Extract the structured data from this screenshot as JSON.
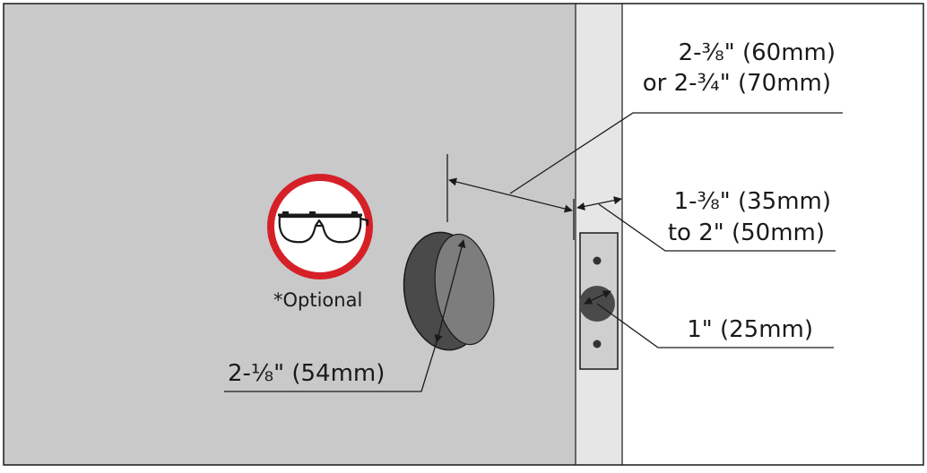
{
  "colors": {
    "door_face": "#c9c9c9",
    "door_edge": "#e6e6e6",
    "frame": "#ffffff",
    "bore_dark": "#4a4a4a",
    "bore_inner": "#7d7d7d",
    "strike_plate": "#cfcfcf",
    "badge_ring": "#d62027",
    "outline": "#1a1a1a"
  },
  "icons": {
    "badge": "safety-glasses-icon"
  },
  "labels": {
    "backset_line1": "2-⅜\" (60mm)",
    "backset_line2": "or 2-¾\" (70mm)",
    "door_thickness_line1": "1-⅜\"  (35mm)",
    "door_thickness_line2": "to 2\" (50mm)",
    "edge_bore": "1\"  (25mm)",
    "face_bore": "2-⅛\"  (54mm)",
    "optional_note": "*Optional"
  }
}
